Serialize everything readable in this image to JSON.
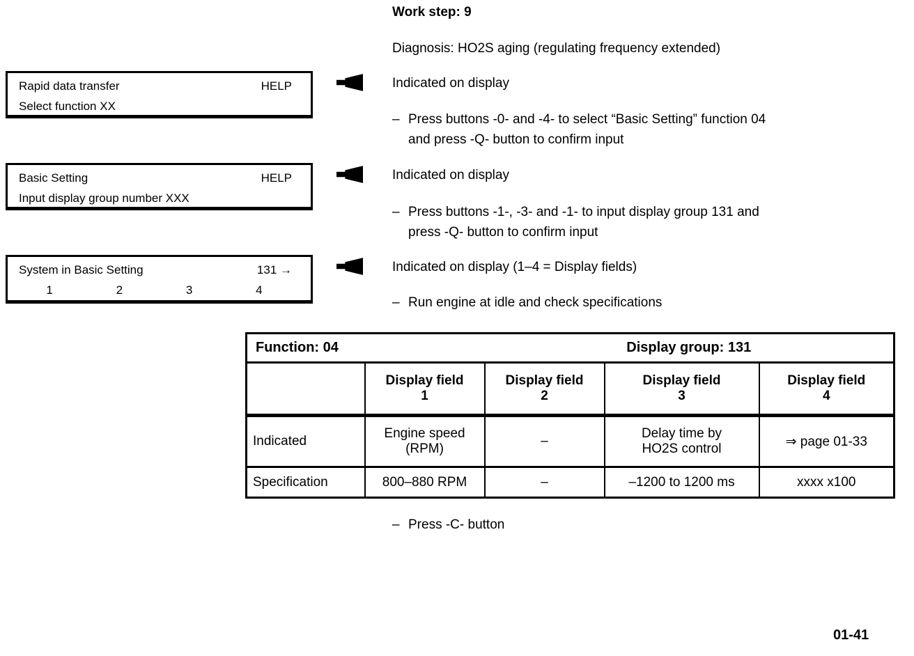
{
  "misc": {
    "dash": "–"
  },
  "header": {
    "work_step": "Work step: 9",
    "diagnosis": "Diagnosis: HO2S aging (regulating frequency extended)"
  },
  "steps": [
    {
      "box": {
        "title": "Rapid data transfer",
        "right": "HELP",
        "line2": "Select function XX"
      },
      "indication": "Indicated on display",
      "action": "Press buttons -0- and -4- to select “Basic Setting” function 04\nand press -Q- button to confirm input"
    },
    {
      "box": {
        "title": "Basic Setting",
        "right": "HELP",
        "line2": "Input display group number XXX"
      },
      "indication": "Indicated on display",
      "action": "Press buttons -1-, -3- and -1- to input display group 131 and\npress -Q- button to confirm input"
    },
    {
      "box": {
        "title": "System in Basic Setting",
        "right": "131 →",
        "fields": [
          "1",
          "2",
          "3",
          "4"
        ]
      },
      "indication": "Indicated on display (1–4 = Display fields)",
      "action": "Run engine at idle and check specifications"
    }
  ],
  "table": {
    "function_label": "Function: 04",
    "display_group_label": "Display group: 131",
    "col_headers": [
      "Display field\n1",
      "Display field\n2",
      "Display field\n3",
      "Display field\n4"
    ],
    "rows": [
      {
        "label": "Indicated",
        "fields": [
          "Engine speed\n(RPM)",
          "–",
          "Delay time by\nHO2S control",
          "⇒ page 01-33"
        ]
      },
      {
        "label": "Specification",
        "fields": [
          "800–880 RPM",
          "–",
          "–1200 to 1200 ms",
          "xxxx x100"
        ]
      }
    ]
  },
  "final_action": "Press -C- button",
  "page_number": "01-41"
}
